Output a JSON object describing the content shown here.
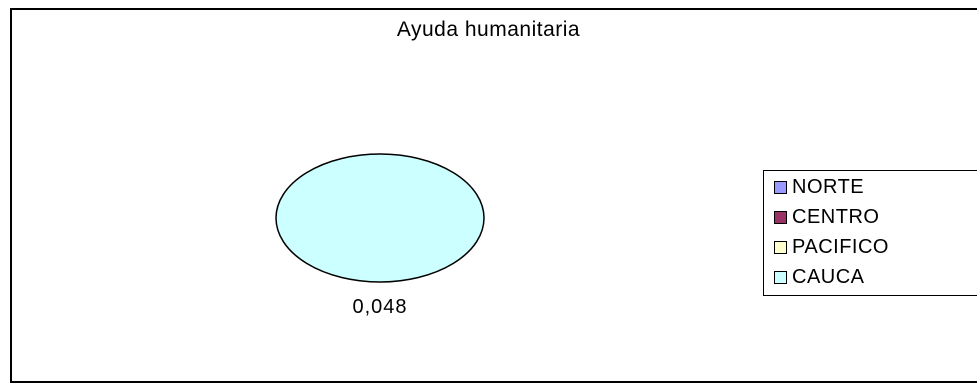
{
  "chart_data": {
    "type": "pie",
    "title": "Ayuda humanitaria",
    "categories": [
      "NORTE",
      "CENTRO",
      "PACIFICO",
      "CAUCA"
    ],
    "values": [
      0,
      0,
      0,
      0.048
    ],
    "data_labels": [
      "",
      "",
      "",
      "0,048"
    ],
    "colors": [
      "#9999ff",
      "#993366",
      "#ffffcc",
      "#ccffff"
    ],
    "legend_placement": "right"
  }
}
